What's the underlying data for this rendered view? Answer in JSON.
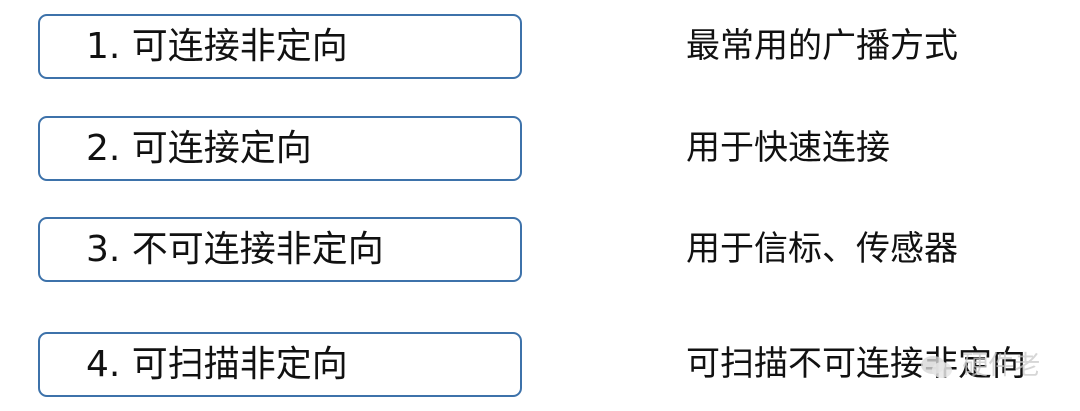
{
  "items": [
    {
      "label": "1. 可连接非定向",
      "description": "最常用的广播方式"
    },
    {
      "label": "2. 可连接定向",
      "description": "用于快速连接"
    },
    {
      "label": "3. 不可连接非定向",
      "description": "用于信标、传感器"
    },
    {
      "label": "4. 可扫描非定向",
      "description": "可扫描不可连接非定向"
    }
  ],
  "watermark": {
    "text": "硬件老"
  },
  "colors": {
    "border": "#3d72aa",
    "text": "#111111",
    "background": "#ffffff"
  }
}
